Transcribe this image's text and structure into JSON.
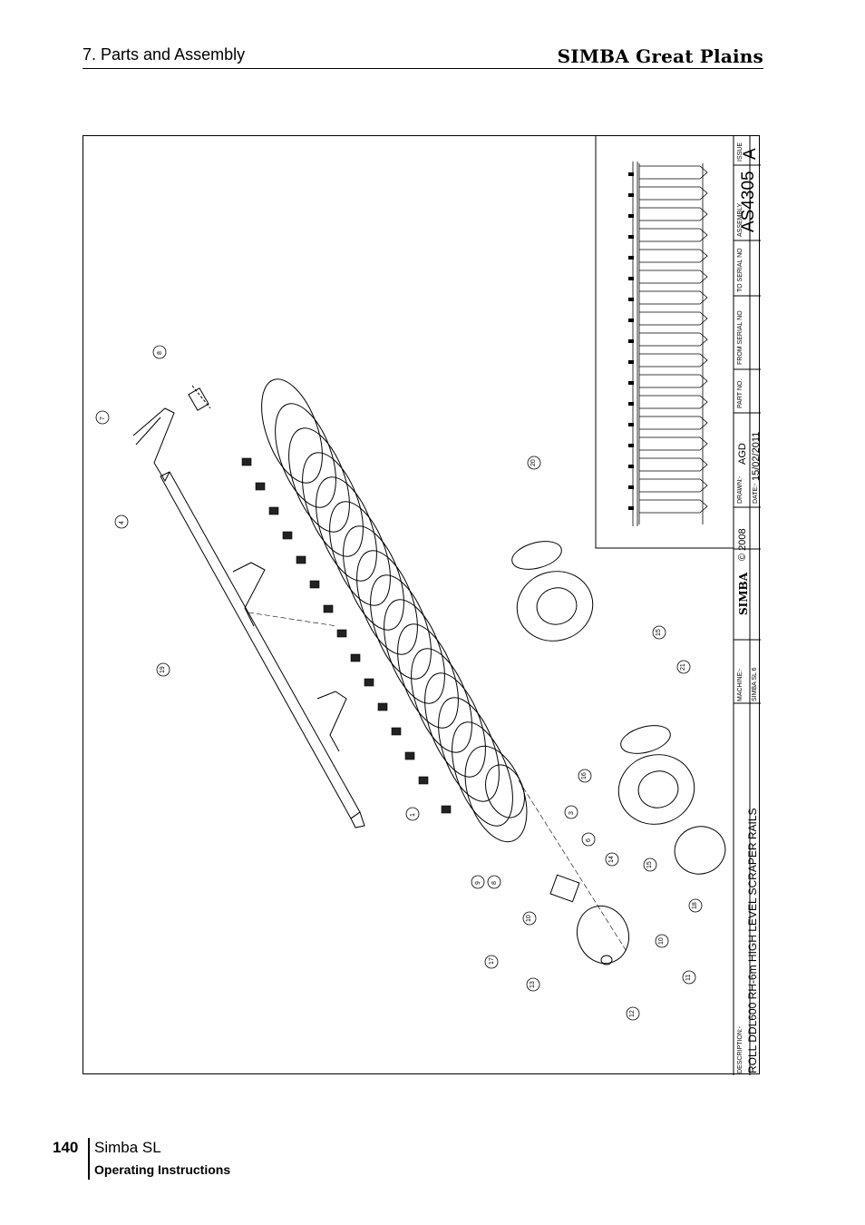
{
  "header": {
    "section_title": "7. Parts and Assembly",
    "brand": "SIMBA Great Plains"
  },
  "title_block": {
    "description_label": "DESCRIPTION:-",
    "description": "ROLL DDL600 RH-6m HIGH LEVEL SCRAPER RAILS",
    "machine_label": "MACHINE:-",
    "machine": "SIMBA SL 6",
    "logo": "SIMBA",
    "copyright": "© 2008",
    "drawn_label": "DRAWN:-",
    "drawn_by": "AGD",
    "date_label": "DATE:-",
    "date": "15/02/2011",
    "part_no_label": "PART NO.",
    "from_serial_label": "FROM SERIAL NO",
    "to_serial_label": "TO SERIAL NO",
    "assembly_label": "ASSEMBLY",
    "assembly": "AS4305",
    "issue_label": "ISSUE",
    "issue": "A"
  },
  "callouts": [
    "1",
    "3",
    "4",
    "5",
    "6",
    "7",
    "8",
    "9",
    "10",
    "10",
    "11",
    "12",
    "13",
    "14",
    "15",
    "15",
    "16",
    "17",
    "18",
    "19",
    "20",
    "21"
  ],
  "footer": {
    "page_number": "140",
    "doc_title": "Simba SL",
    "doc_subtitle": "Operating Instructions"
  }
}
